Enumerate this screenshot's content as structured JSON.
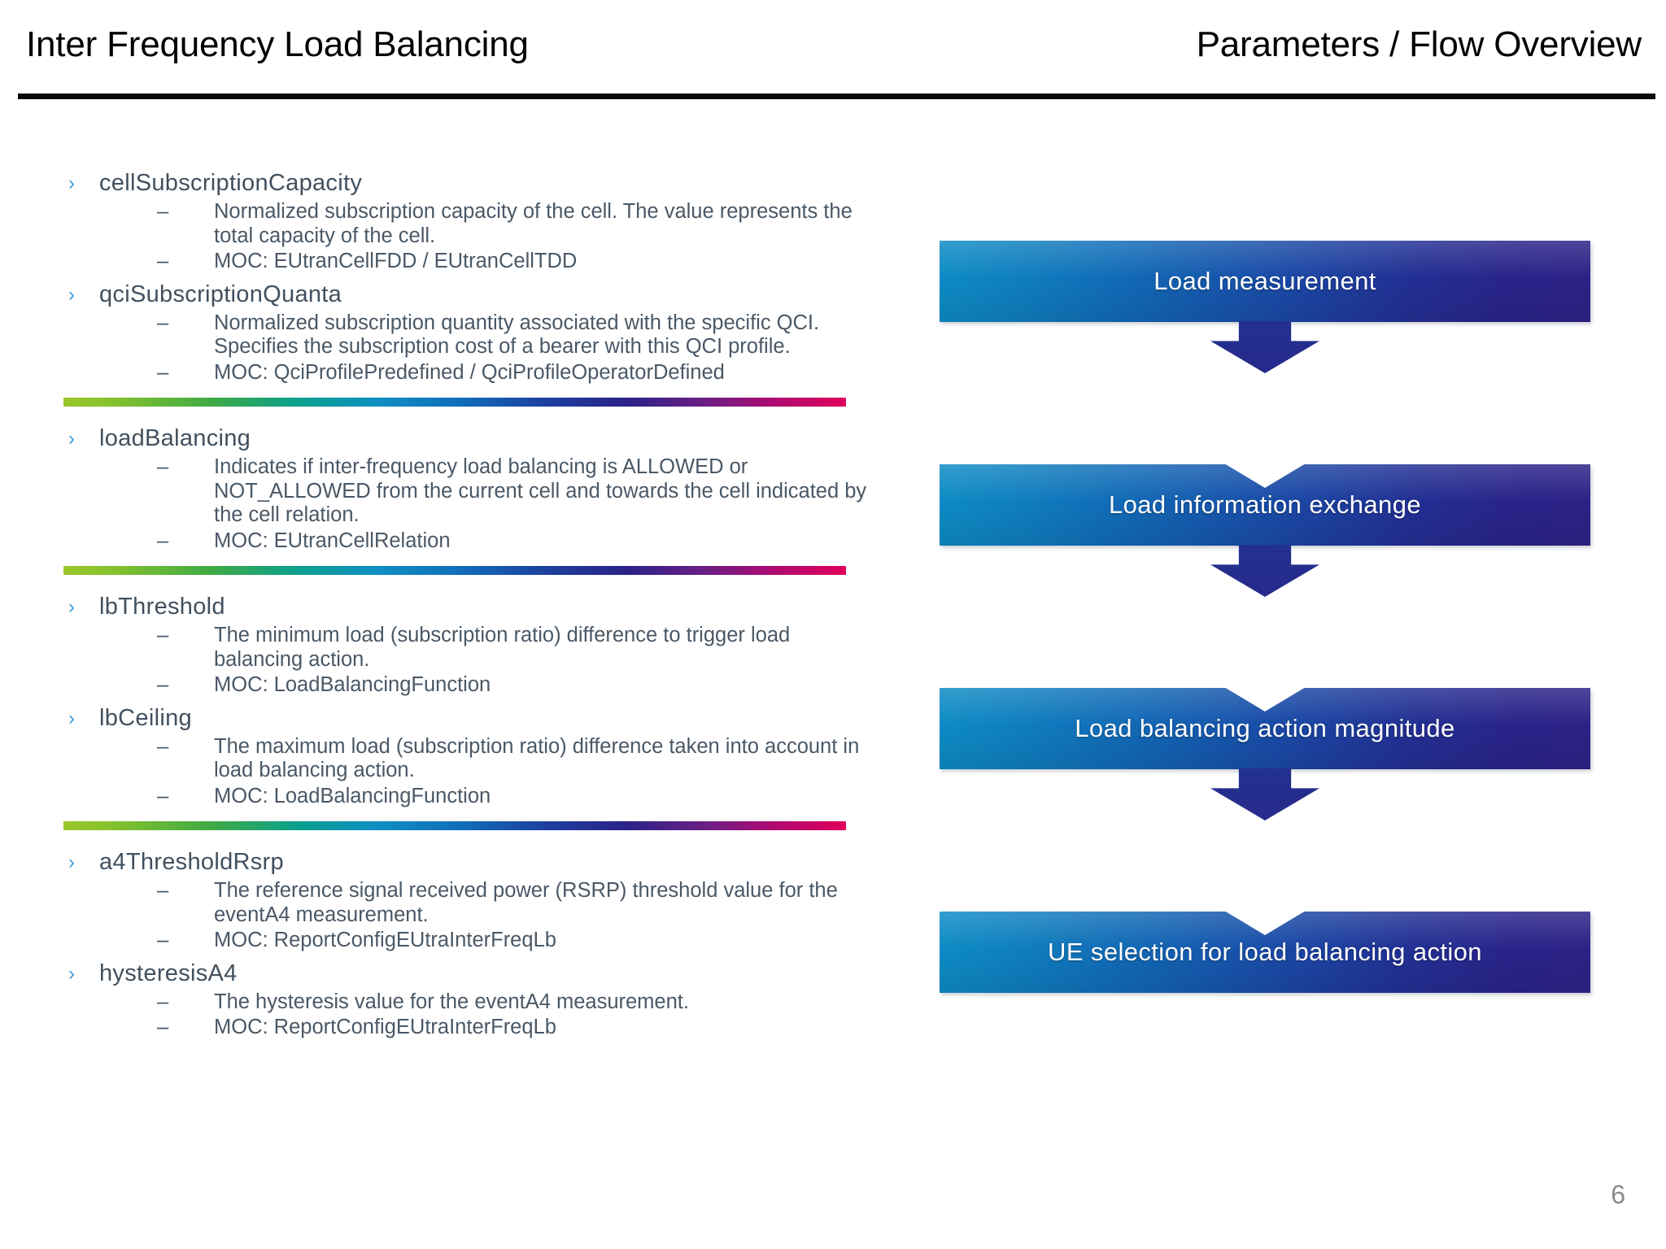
{
  "header": {
    "title_left": "Inter Frequency Load Balancing",
    "title_right": "Parameters / Flow Overview"
  },
  "bullet_glyph": "›",
  "dash_glyph": "–",
  "colors": {
    "rule": "#0a0a0a",
    "level1_text": "#41505f",
    "level2_text": "#4a5866",
    "bullet": "#3d9ad8",
    "flow_box_start": "#0d8cc5",
    "flow_box_end": "#2d2286",
    "flow_label_text": "#ffffff",
    "divider_start": "#9ac62b",
    "divider_mid": "#1070bb",
    "divider_end": "#e0005a",
    "page_number": "#8a8a8e"
  },
  "parameters": {
    "groups": [
      {
        "items": [
          {
            "name": "cellSubscriptionCapacity",
            "details": [
              "Normalized subscription capacity of the cell. The value represents the total capacity of the cell.",
              "MOC: EUtranCellFDD / EUtranCellTDD"
            ]
          },
          {
            "name": "qciSubscriptionQuanta",
            "details": [
              "Normalized subscription quantity associated with the specific QCI. Specifies the subscription cost of a bearer with this QCI profile.",
              "MOC: QciProfilePredefined / QciProfileOperatorDefined"
            ]
          }
        ]
      },
      {
        "items": [
          {
            "name": "loadBalancing",
            "details": [
              "Indicates if inter-frequency load balancing is ALLOWED or NOT_ALLOWED from the current cell and towards the cell indicated by the cell relation.",
              "MOC: EUtranCellRelation"
            ]
          }
        ]
      },
      {
        "items": [
          {
            "name": "lbThreshold",
            "details": [
              "The minimum load (subscription ratio) difference to trigger load balancing action.",
              "MOC: LoadBalancingFunction"
            ]
          },
          {
            "name": "lbCeiling",
            "details": [
              "The maximum load (subscription ratio) difference taken into account in load balancing action.",
              "MOC: LoadBalancingFunction"
            ]
          }
        ]
      },
      {
        "items": [
          {
            "name": "a4ThresholdRsrp",
            "details": [
              "The reference signal received power (RSRP) threshold value for the eventA4 measurement.",
              "MOC: ReportConfigEUtraInterFreqLb"
            ]
          },
          {
            "name": "hysteresisA4",
            "details": [
              "The hysteresis value for the eventA4 measurement.",
              "MOC: ReportConfigEUtraInterFreqLb"
            ]
          }
        ]
      }
    ]
  },
  "flow": {
    "steps": [
      {
        "label": "Load measurement",
        "has_arrow": true,
        "has_notch": false
      },
      {
        "label": "Load information exchange",
        "has_arrow": true,
        "has_notch": true
      },
      {
        "label": "Load balancing action magnitude",
        "has_arrow": true,
        "has_notch": true
      },
      {
        "label": "UE selection for load balancing action",
        "has_arrow": false,
        "has_notch": true
      }
    ]
  },
  "footer": {
    "page_number": "6"
  }
}
